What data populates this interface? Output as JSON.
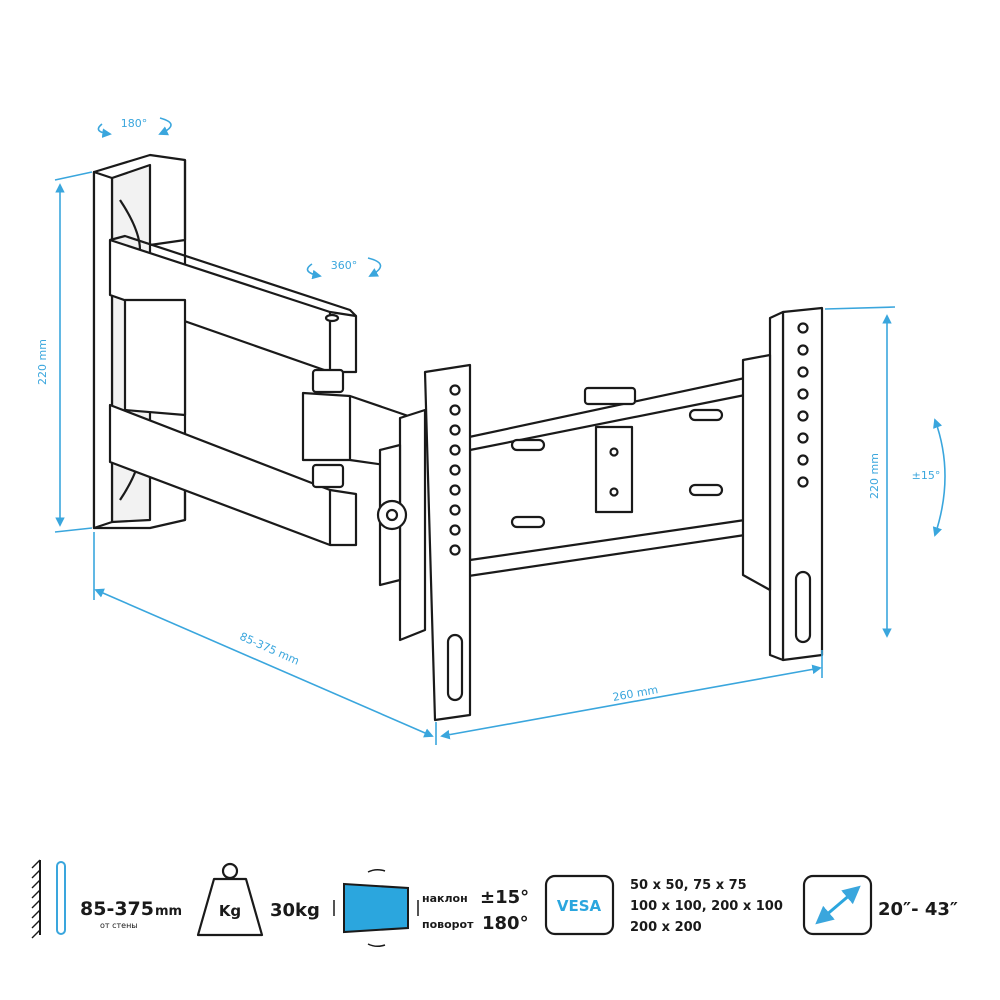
{
  "dimensions": {
    "rotate_top": "180°",
    "rotate_joint": "360°",
    "height_left": "220 mm",
    "height_right": "220 mm",
    "depth": "85-375 mm",
    "width": "260 mm",
    "tilt": "±15°"
  },
  "specs": {
    "distance_value": "85-375",
    "distance_unit": "mm",
    "distance_caption": "от стены",
    "weight_icon_label": "Kg",
    "weight_value": "30kg",
    "tilt_label": "наклон",
    "tilt_value": "±15°",
    "swivel_label": "поворот",
    "swivel_value": "180°",
    "vesa_label": "VESA",
    "vesa_line1": "50 x 50, 75 x 75",
    "vesa_line2": "100 x 100, 200 x 100",
    "vesa_line3": "200 x 200",
    "screen_size": "20″- 43″"
  },
  "colors": {
    "accent": "#3aa6dd",
    "outline": "#1a1a1a",
    "screen_fill": "#2ba6de"
  },
  "icons": [
    "wall-icon",
    "weight-icon",
    "tilt-swivel-screen-icon",
    "vesa-icon",
    "diagonal-size-icon"
  ]
}
